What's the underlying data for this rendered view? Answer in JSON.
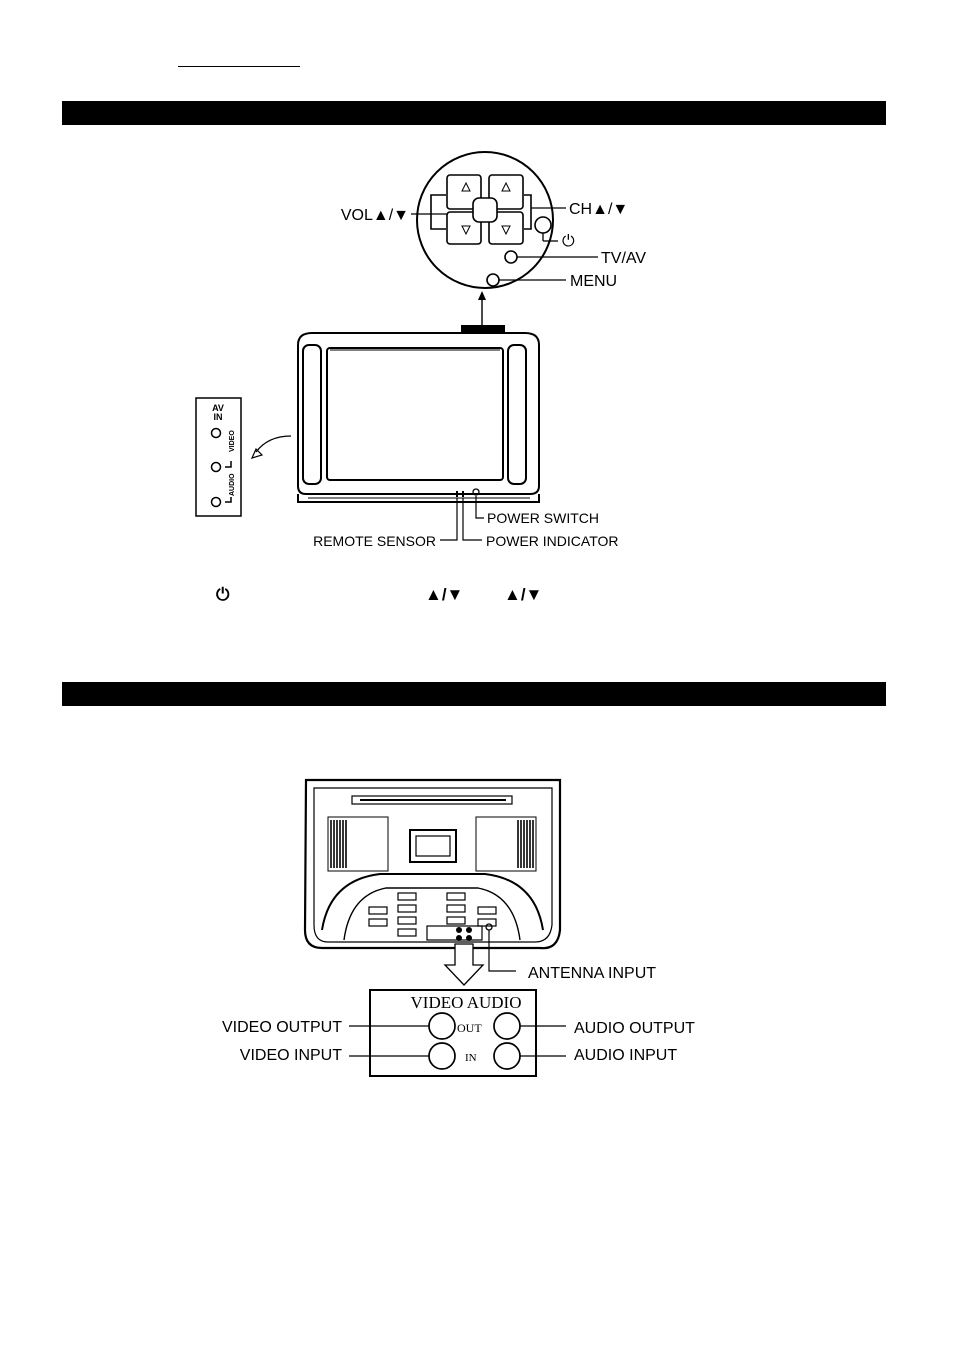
{
  "front_diagram": {
    "callouts": {
      "vol": "VOL▲/▼",
      "ch": "CH▲/▼",
      "power": "⏻",
      "tvav": "TV/AV",
      "menu": "MENU",
      "power_switch": "POWER SWITCH",
      "remote_sensor": "REMOTE SENSOR",
      "power_indicator": "POWER INDICATOR"
    },
    "av_panel": {
      "title_line1": "AV",
      "title_line2": "IN",
      "video": "VIDEO",
      "audio": "AUDIO"
    },
    "notes": {
      "power_symbol": "⏻",
      "arrows_1": "▲/▼",
      "arrows_2": "▲/▼"
    }
  },
  "rear_diagram": {
    "callouts": {
      "antenna_input": "ANTENNA INPUT",
      "video_output": "VIDEO OUTPUT",
      "video_input": "VIDEO INPUT",
      "audio_output": "AUDIO OUTPUT",
      "audio_input": "AUDIO INPUT"
    },
    "jack_panel": {
      "header": "VIDEO AUDIO",
      "out": "OUT",
      "in": "IN"
    }
  }
}
